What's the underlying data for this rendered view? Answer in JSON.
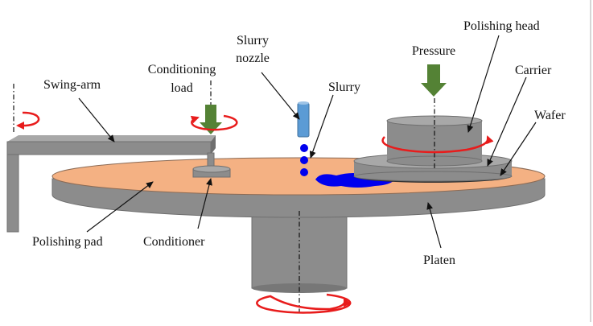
{
  "labels": {
    "polishing_head": "Polishing head",
    "slurry_nozzle_line1": "Slurry",
    "slurry_nozzle_line2": "nozzle",
    "pressure": "Pressure",
    "conditioning_load_line1": "Conditioning",
    "conditioning_load_line2": "load",
    "carrier": "Carrier",
    "swing_arm": "Swing-arm",
    "slurry": "Slurry",
    "wafer": "Wafer",
    "polishing_pad": "Polishing pad",
    "conditioner": "Conditioner",
    "platen": "Platen"
  },
  "colors": {
    "metal": "#8c8c8c",
    "metal_dark": "#6f6f6f",
    "metal_light": "#a8a8a8",
    "pad": "#f4b183",
    "slurry": "#0000ee",
    "nozzle": "#5b9bd5",
    "arrow_green": "#548235",
    "rotation": "#e81c1c"
  }
}
